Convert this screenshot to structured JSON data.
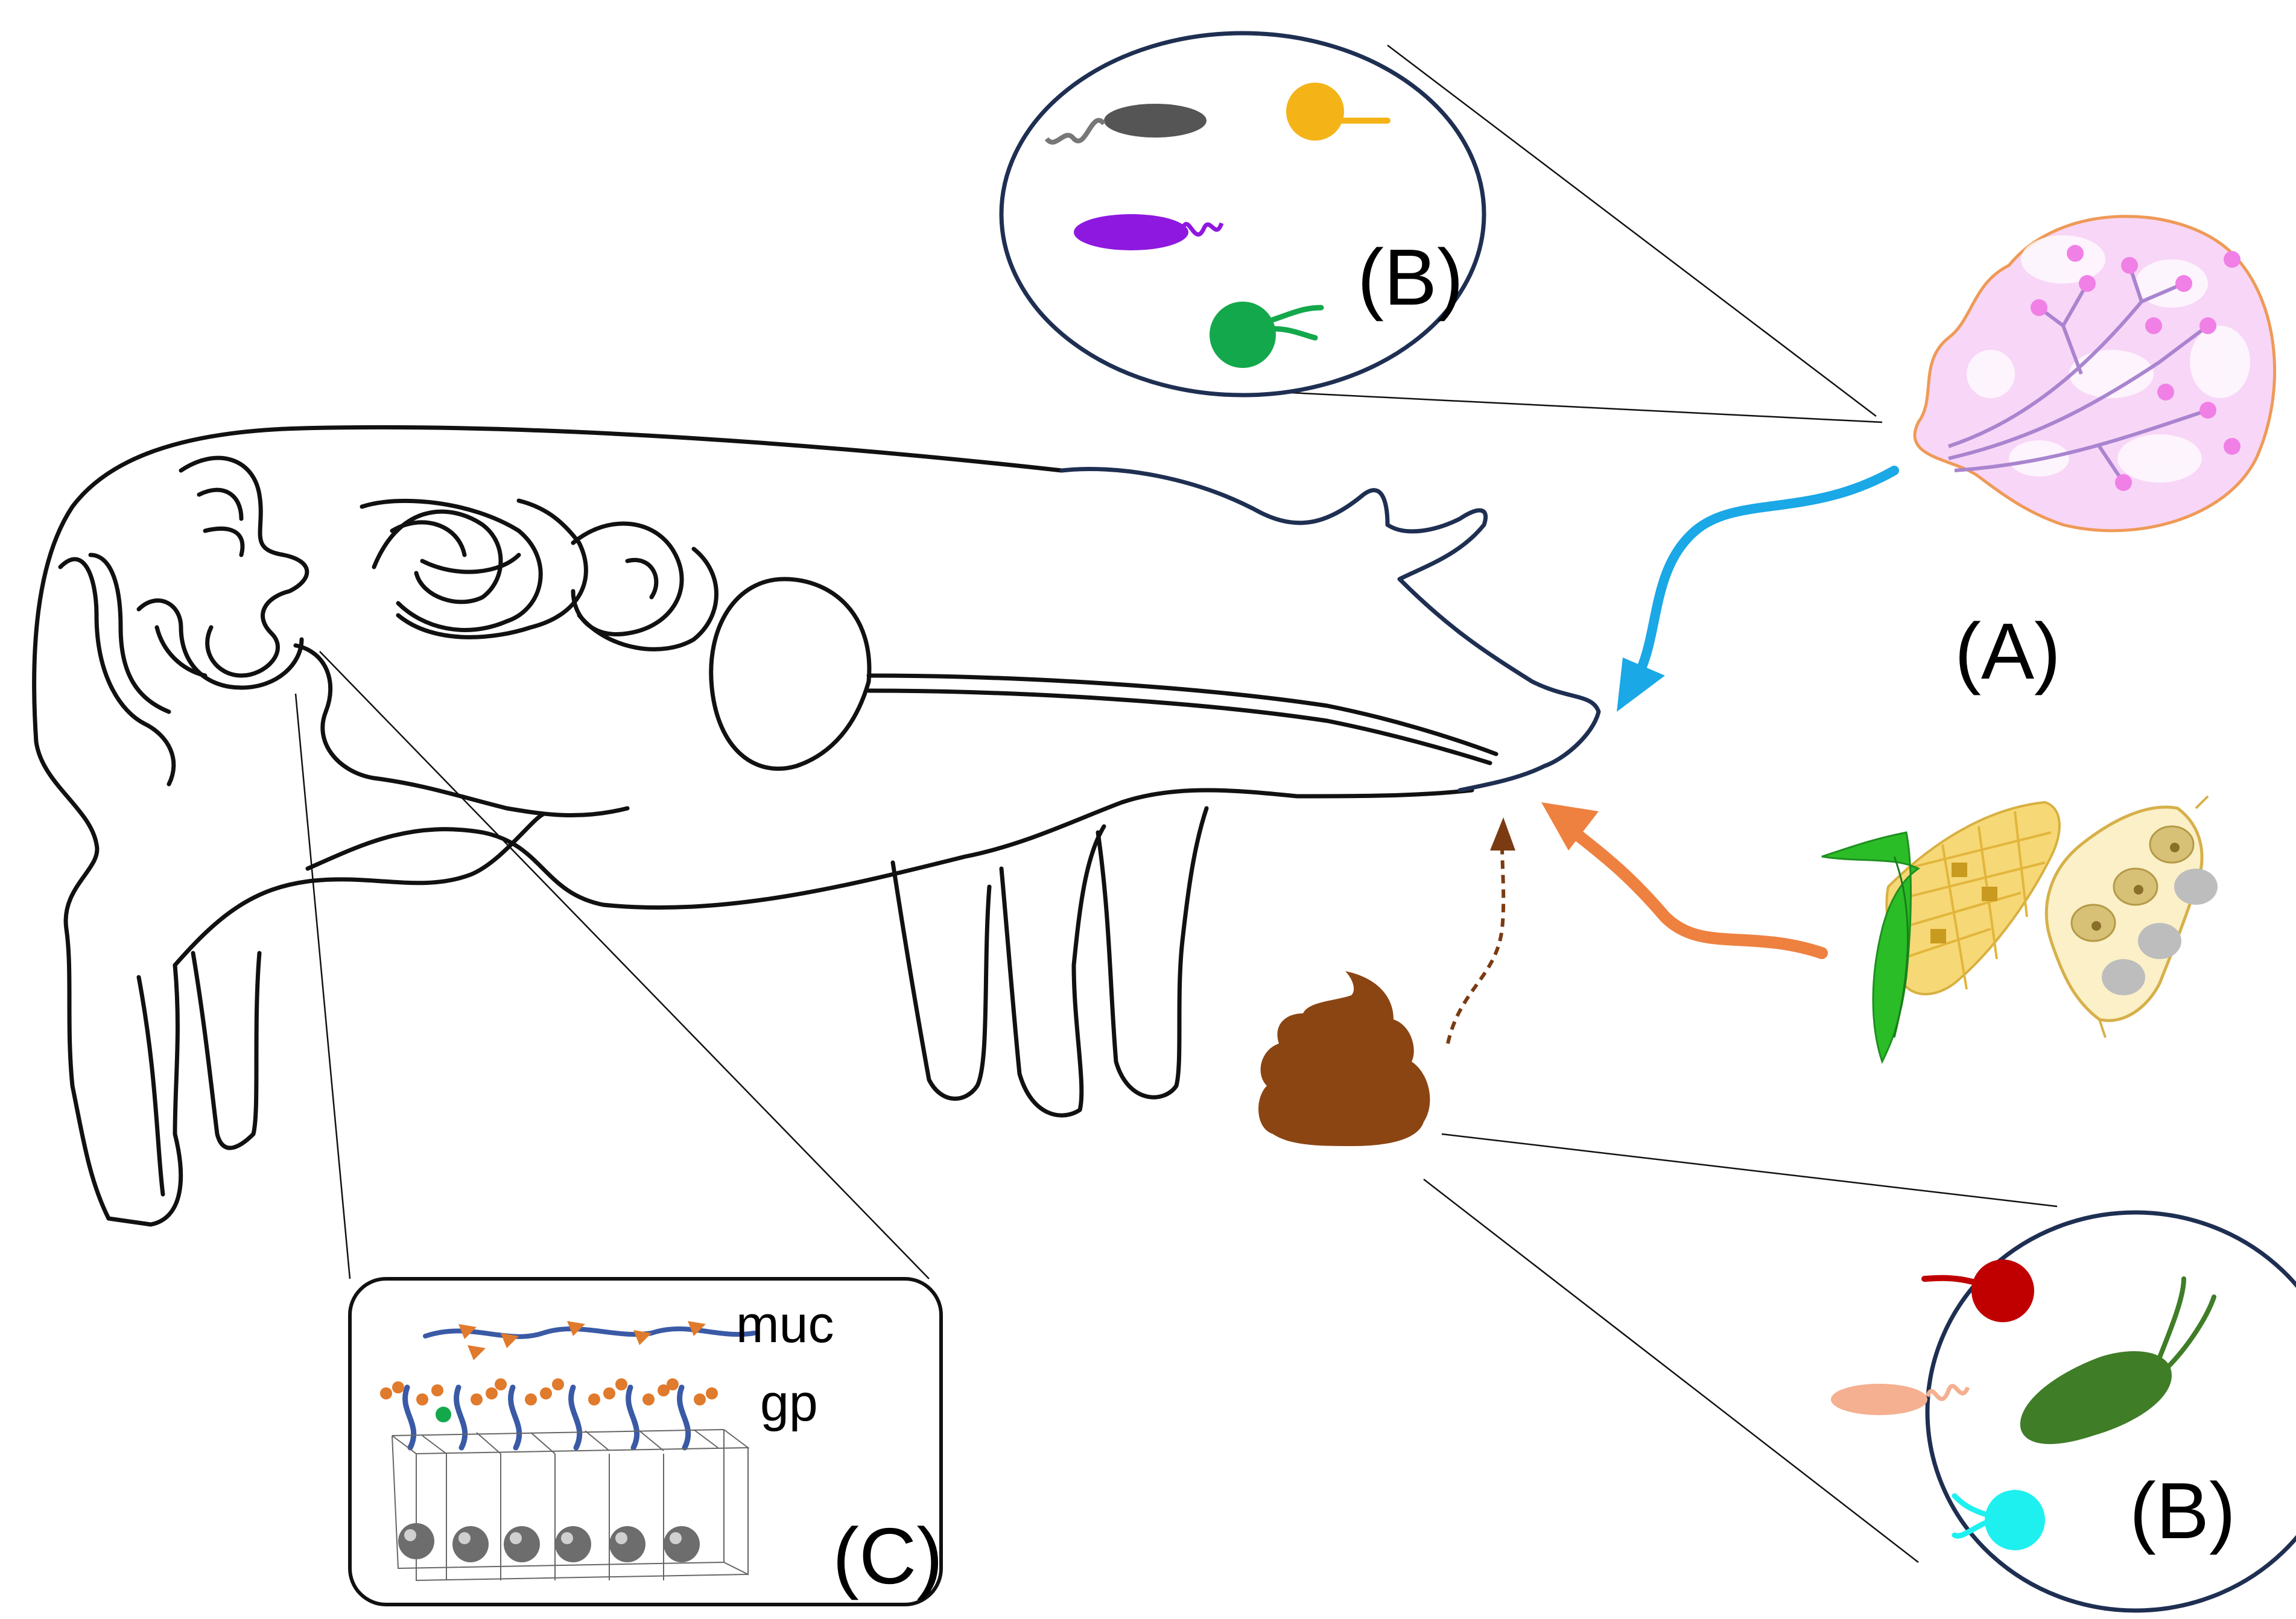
{
  "labels": {
    "A": "(A)",
    "B_top": "(B)",
    "B_bottom": "(B)",
    "C": "(C)",
    "muc": "muc",
    "gp": "gp"
  },
  "colors": {
    "milk_arrow": "#1aa8e6",
    "feed_arrow": "#ee8140",
    "feces_arrow": "#7a3b12",
    "feces": "#8b4513",
    "mammary": "#f6cff5",
    "mucin_chain": "#3a5aa6",
    "glycan": "#e07a2c"
  },
  "icons": [
    "pig-outline",
    "mammary-gland-icon",
    "corn-cob-icon",
    "soybean-pod-icon",
    "feces-icon"
  ]
}
